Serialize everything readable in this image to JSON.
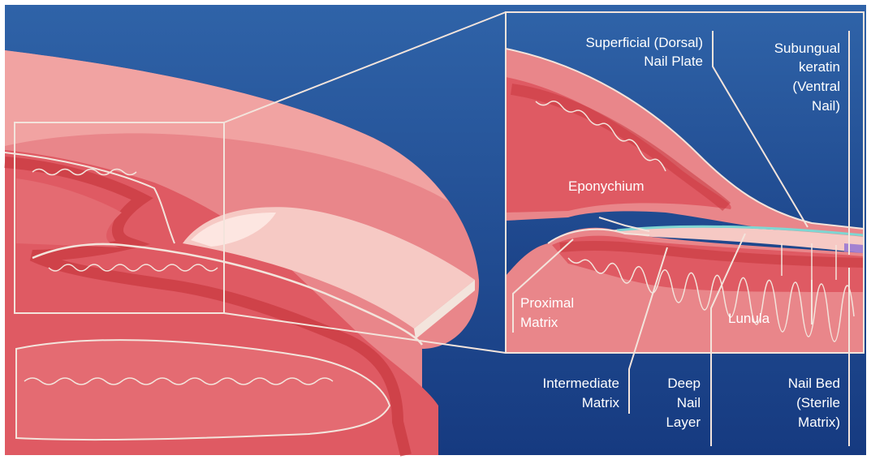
{
  "labels": {
    "superficial_line1": "Superficial (Dorsal)",
    "superficial_line2": "Nail Plate",
    "subungual_line1": "Subungual",
    "subungual_line2": "keratin",
    "subungual_line3": "(Ventral",
    "subungual_line4": "Nail)",
    "eponychium": "Eponychium",
    "proximal_line1": "Proximal",
    "proximal_line2": "Matrix",
    "lunula": "Lunula",
    "intermediate_line1": "Intermediate",
    "intermediate_line2": "Matrix",
    "deep_line1": "Deep",
    "deep_line2": "Nail",
    "deep_line3": "Layer",
    "nailbed_line1": "Nail Bed",
    "nailbed_line2": "(Sterile",
    "nailbed_line3": "Matrix)"
  },
  "colors": {
    "background_top": "#2f63a8",
    "background_bottom": "#163a80",
    "skin": "#e9868a",
    "skin_light": "#f3aaa7",
    "skin_dark": "#c8383f",
    "tissue": "#df5a63",
    "nail_plate": "#f6c9c4",
    "nail_highlight": "#fde6e1",
    "outline": "#f3e4dc",
    "nail_layer_teal": "#7fd6d2"
  }
}
